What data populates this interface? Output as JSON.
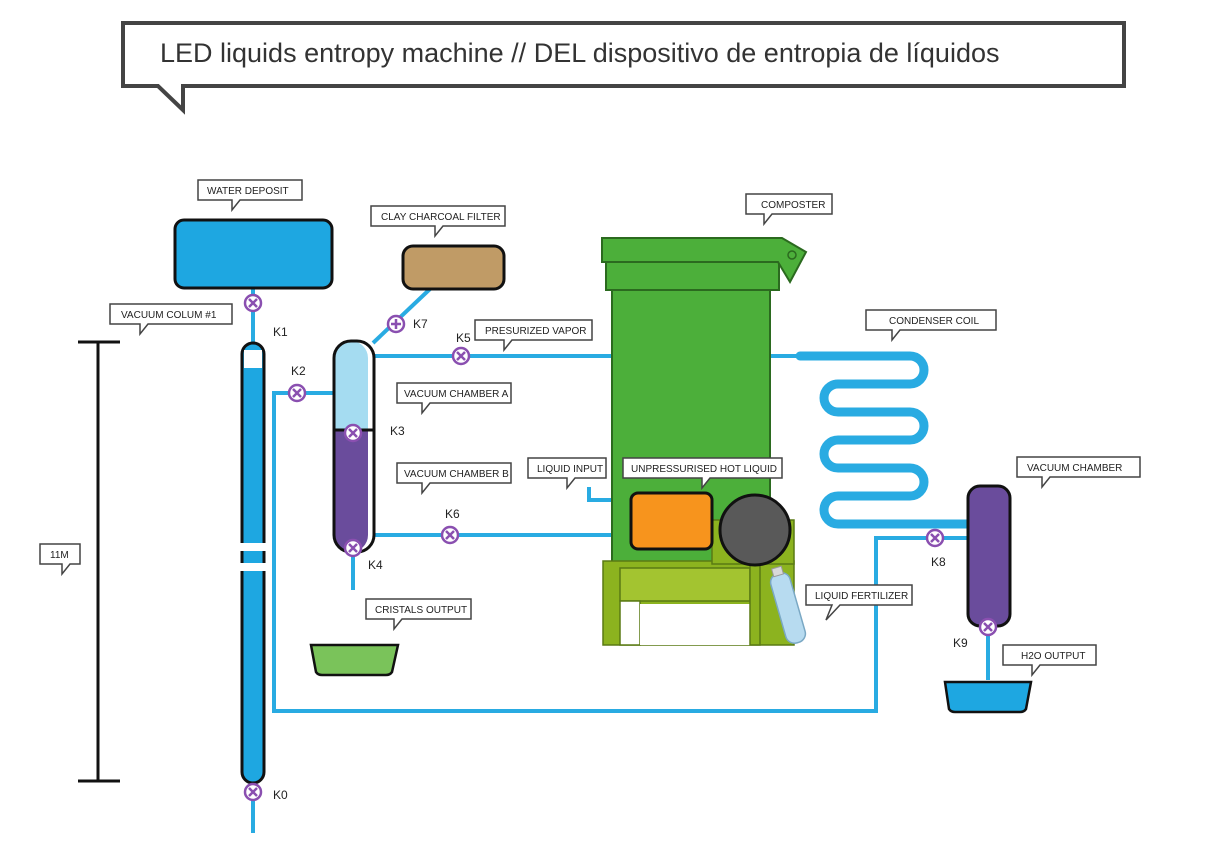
{
  "title": "LED liquids entropy machine // DEL dispositivo de entropia de líquidos",
  "callouts": {
    "water_deposit": "WATER DEPOSIT",
    "clay_charcoal_filter": "CLAY CHARCOAL FILTER",
    "composter": "COMPOSTER",
    "vacuum_colum_1": "VACUUM COLUM #1",
    "presurized_vapor": "PRESURIZED  VAPOR",
    "condenser_coil": "CONDENSER COIL",
    "vacuum_chamber_a": "VACUUM CHAMBER A",
    "vacuum_chamber_b": "VACUUM CHAMBER B",
    "liquid_input": "LIQUID INPUT",
    "unpressurised_hot_liquid": "UNPRESSURISED HOT LIQUID",
    "vacuum_chamber": "VACUUM CHAMBER",
    "height_11m": "11M",
    "cristals_output": "CRISTALS OUTPUT",
    "liquid_fertilizer": "LIQUID FERTILIZER",
    "h2o_output": "H2O OUTPUT"
  },
  "valves": {
    "k0": "K0",
    "k1": "K1",
    "k2": "K2",
    "k3": "K3",
    "k4": "K4",
    "k5": "K5",
    "k6": "K6",
    "k7": "K7",
    "k8": "K8",
    "k9": "K9"
  },
  "colors": {
    "pipe": "#29abe2",
    "water": "#1ea7e1",
    "vapor": "#a5dcf1",
    "chamber_purple": "#6a4c9c",
    "valve": "#8a4fb0",
    "composter_green": "#4caf3a",
    "stand_olive": "#8cb31f",
    "filter_brown": "#c09b66",
    "hot_liquid": "#f7941d",
    "crystal_green": "#7ac35a"
  }
}
